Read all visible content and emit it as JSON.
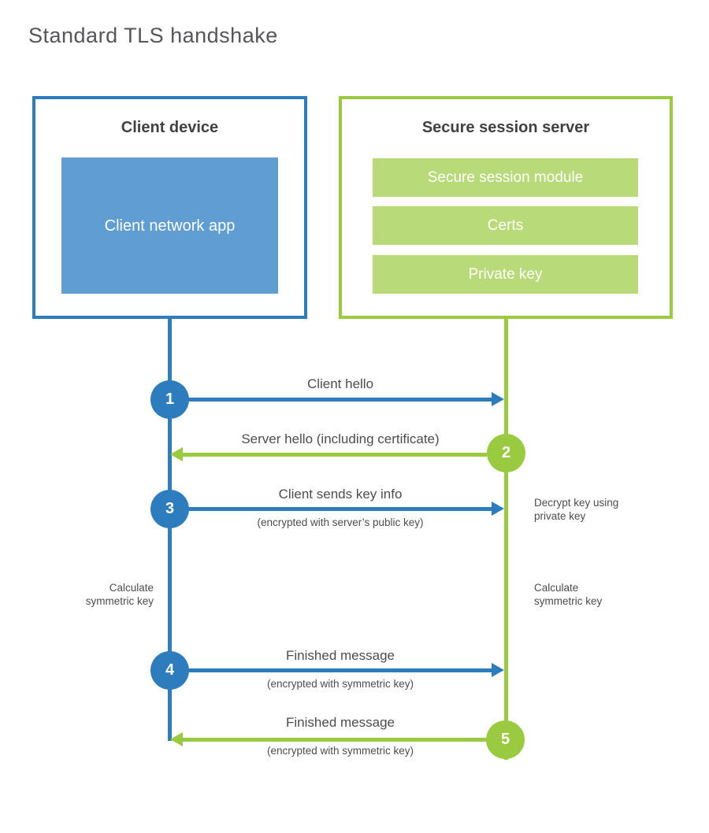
{
  "title": "Standard TLS handshake",
  "client": {
    "title": "Client device",
    "app_label": "Client network app"
  },
  "server": {
    "title": "Secure session server",
    "modules": [
      "Secure session module",
      "Certs",
      "Private key"
    ]
  },
  "steps": [
    {
      "num": "1",
      "from": "client",
      "to": "server",
      "direction": "right",
      "label": "Client hello",
      "sublabel": ""
    },
    {
      "num": "2",
      "from": "server",
      "to": "client",
      "direction": "left",
      "label": "Server hello (including certificate)",
      "sublabel": ""
    },
    {
      "num": "3",
      "from": "client",
      "to": "server",
      "direction": "right",
      "label": "Client sends key info",
      "sublabel": "(encrypted with server’s public key)"
    },
    {
      "num": "4",
      "from": "client",
      "to": "server",
      "direction": "right",
      "label": "Finished message",
      "sublabel": "(encrypted with symmetric key)"
    },
    {
      "num": "5",
      "from": "server",
      "to": "client",
      "direction": "left",
      "label": "Finished message",
      "sublabel": "(encrypted with symmetric key)"
    }
  ],
  "notes": {
    "decrypt": "Decrypt key using\nprivate key",
    "calc_left": "Calculate\nsymmetric key",
    "calc_right": "Calculate\nsymmetric key"
  },
  "colors": {
    "blue": "#2d7dbe",
    "blue_fill": "#5f9dd2",
    "green": "#9aca3f",
    "green_fill": "#b9da79",
    "text_dark": "#414042",
    "text_gray": "#4d4d4f",
    "title_gray": "#55565a"
  }
}
